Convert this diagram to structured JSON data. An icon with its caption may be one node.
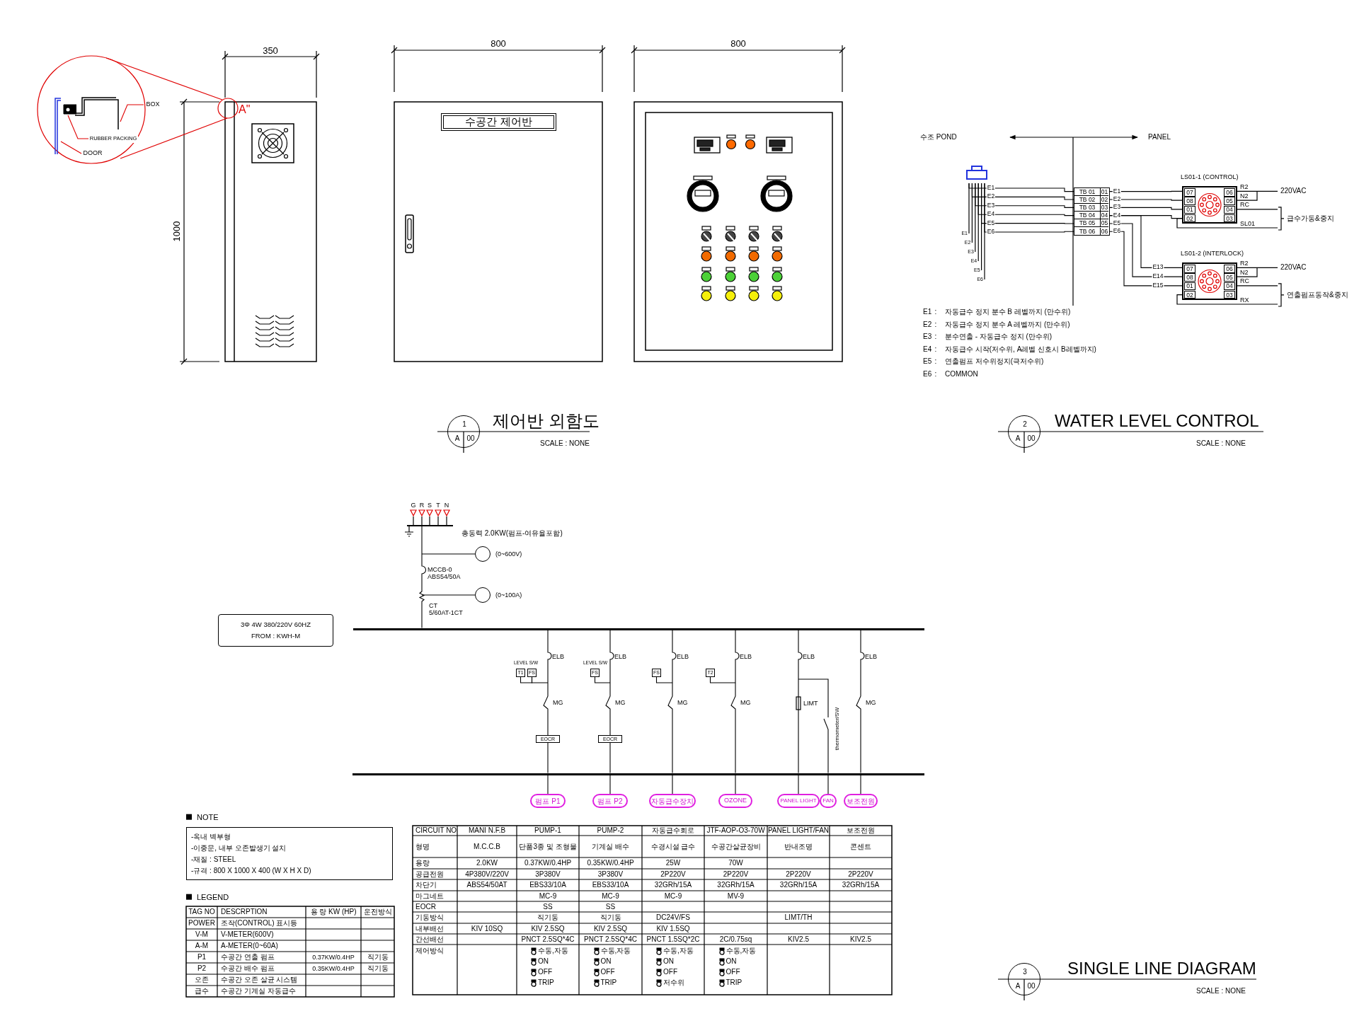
{
  "diagram": {
    "nodes": [
      {
        "text": [],
        "shape": "picture"
      },
      {
        "text": [],
        "shape": "picture"
      },
      {
        "text": [],
        "shape": "picture"
      },
      {
        "text": [
          "BOX"
        ]
      },
      {
        "text": [
          "RUBBER PACKING"
        ]
      },
      {
        "text": [
          "DOOR"
        ]
      },
      {
        "text": [
          "수공간 제어반"
        ]
      },
      {
        "text": [
          "1",
          "A",
          "00"
        ],
        "beside": [
          "제어반 외함도",
          "SCALE : NONE"
        ]
      },
      {
        "text": [],
        "shape": "box"
      },
      {
        "text": [
          "TB 01",
          "01",
          "TB 02",
          "02",
          "TB 03",
          "03",
          "TB 04",
          "04",
          "TB 05",
          "05",
          "TB 06",
          "06"
        ]
      },
      {
        "text": [
          "07",
          "08",
          "01",
          "02",
          "06",
          "05",
          "04",
          "03"
        ],
        "beside": [
          "LS01-1 (CONTROL)",
          "R2",
          "N2",
          "RC",
          "SL01"
        ]
      },
      {
        "text": [
          "07",
          "08",
          "01",
          "02",
          "06",
          "05",
          "04",
          "03"
        ],
        "beside": [
          "LS01-2 (INTERLOCK)",
          "R2",
          "N2",
          "RC",
          "RX"
        ]
      },
      {
        "text": [
          "2",
          "A",
          "00"
        ],
        "beside": [
          "WATER LEVEL CONTROL",
          "SCALE : NONE"
        ]
      },
      {
        "text": [
          "3Φ 4W 380/220V 60HZ",
          "FROM : KWH-M"
        ]
      },
      {
        "text": [],
        "shape": "circle",
        "beside": [
          "(0~600V)"
        ]
      },
      {
        "text": [],
        "shape": "circle",
        "beside": [
          "(0~100A)"
        ]
      },
      {
        "text": [
          "T1"
        ]
      },
      {
        "text": [
          "FS"
        ]
      },
      {
        "text": [
          "FS"
        ]
      },
      {
        "text": [
          "FS"
        ]
      },
      {
        "text": [
          "T2"
        ]
      },
      {
        "text": [
          "EOCR"
        ]
      },
      {
        "text": [
          "EOCR"
        ]
      },
      {
        "text": [
          "펌프 P1"
        ]
      },
      {
        "text": [
          "펌프 P2"
        ]
      },
      {
        "text": [
          "자동급수장치"
        ]
      },
      {
        "text": [
          "OZONE"
        ]
      },
      {
        "text": [
          "PANEL LIGHT"
        ]
      },
      {
        "text": [
          "FAN"
        ]
      },
      {
        "text": [
          "보조전원"
        ]
      },
      {
        "text": [
          "3",
          "A",
          "00"
        ],
        "beside": [
          "SINGLE LINE DIAGRAM",
          "SCALE : NONE"
        ]
      },
      {
        "text": [
          "NOTE",
          "-옥내 벽부형",
          "-이중문, 내부 오존발생기 설치",
          "-재질 : STEEL",
          "-규격 : 800 X 1000 X 400 (W X H X D)"
        ]
      },
      {
        "text": [],
        "shape": "bar"
      },
      {
        "text": [],
        "shape": "bar"
      },
      {
        "text": [],
        "shape": "bar"
      }
    ],
    "edges": [
      {
        "from": 3,
        "to": 0,
        "arrow": "none",
        "color": "#e00000"
      },
      {
        "from": 4,
        "to": 1,
        "arrow": "none",
        "color": "#e00000"
      },
      {
        "from": 5,
        "to": 2,
        "arrow": "none",
        "color": "#e00000"
      },
      {
        "from": 8,
        "to": 9,
        "arrow": "none",
        "label": "E1"
      },
      {
        "from": 8,
        "to": 9,
        "arrow": "none",
        "label": "E2"
      },
      {
        "from": 8,
        "to": 9,
        "arrow": "none",
        "label": "E3"
      },
      {
        "from": 8,
        "to": 9,
        "arrow": "none",
        "label": "E4"
      },
      {
        "from": 8,
        "to": 9,
        "arrow": "none",
        "label": "E5"
      },
      {
        "from": 8,
        "to": 9,
        "arrow": "none",
        "label": "E6"
      },
      {
        "from": 9,
        "to": 10,
        "arrow": "none",
        "label": "E1"
      },
      {
        "from": 9,
        "to": 10,
        "arrow": "none",
        "label": "E2"
      },
      {
        "from": 9,
        "to": 10,
        "arrow": "none",
        "label": "E3"
      },
      {
        "from": 9,
        "to": 10,
        "arrow": "none",
        "label": "E4"
      },
      {
        "from": 9,
        "to": 11,
        "arrow": "none",
        "label": "E13"
      },
      {
        "from": 9,
        "to": 11,
        "arrow": "none",
        "label": "E14"
      },
      {
        "from": 9,
        "to": 11,
        "arrow": "none",
        "label": "E15"
      },
      {
        "from": 34,
        "to": 32,
        "arrow": "none"
      },
      {
        "from": null,
        "to": 14,
        "arrow": "none"
      },
      {
        "from": null,
        "to": 15,
        "arrow": "none"
      },
      {
        "from": 32,
        "to": 21,
        "arrow": "none"
      },
      {
        "from": 21,
        "to": 33,
        "arrow": "none"
      },
      {
        "from": 32,
        "to": 22,
        "arrow": "none"
      },
      {
        "from": 22,
        "to": 33,
        "arrow": "none"
      },
      {
        "from": 32,
        "to": 33,
        "arrow": "none"
      },
      {
        "from": 32,
        "to": 33,
        "arrow": "none"
      },
      {
        "from": 32,
        "to": 33,
        "arrow": "none"
      },
      {
        "from": 32,
        "to": 33,
        "arrow": "none"
      },
      {
        "from": null,
        "to": 33,
        "arrow": "none"
      },
      {
        "from": 16,
        "to": 17,
        "arrow": "none"
      },
      {
        "from": 17,
        "to": null,
        "arrow": "none"
      },
      {
        "from": 18,
        "to": null,
        "arrow": "none"
      },
      {
        "from": 19,
        "to": null,
        "arrow": "none"
      },
      {
        "from": 20,
        "to": null,
        "arrow": "none"
      },
      {
        "from": 33,
        "to": 23,
        "arrow": "none"
      },
      {
        "from": 33,
        "to": 24,
        "arrow": "none"
      },
      {
        "from": 33,
        "to": 25,
        "arrow": "none"
      },
      {
        "from": 33,
        "to": 26,
        "arrow": "none"
      },
      {
        "from": 33,
        "to": 27,
        "arrow": "none"
      },
      {
        "from": 33,
        "to": 28,
        "arrow": "none"
      },
      {
        "from": 33,
        "to": 29,
        "arrow": "none"
      }
    ],
    "labels": [
      "350",
      "1000",
      "A\"",
      "800",
      "800",
      "수조 POND",
      "PANEL",
      "E1",
      "E2",
      "E3",
      "E4",
      "E5",
      "E6",
      "E5",
      "E6",
      "220VAC",
      "급수가동&중지",
      "220VAC",
      "연출펌프동작&중지",
      "E1",
      ":",
      "자동급수 정지 분수 B 레벨까지 (만수위)",
      "E2",
      ":",
      "자동급수 정지 분수 A 레벨까지 (만수위)",
      "E3",
      ":",
      "분수연출 - 자동급수 정지 (만수위)",
      "E4",
      ":",
      "자동급수 시작(저수위, A레벨 신호시 B레벨까지)",
      "E5",
      ":",
      "연출펌프 저수위정지(극저수위)",
      "E6",
      ":",
      "COMMON",
      "G",
      "R",
      "S",
      "T",
      "N",
      "총동력 2.0KW(펌프-여유율포함)",
      "MCCB-0",
      "ABS54/50A",
      "CT",
      "5/60AT-1CT",
      "LEVEL S/W",
      "LEVEL S/W",
      "ELB",
      "ELB",
      "ELB",
      "ELB",
      "ELB",
      "ELB",
      "MG",
      "MG",
      "MG",
      "MG",
      "LIMT",
      "MG",
      "thermometer/SW",
      "LEGEND",
      "TAG NO",
      "DESCRPTION",
      "용 량 KW (HP)",
      "운전방식",
      "POWER",
      "조작(CONTROL) 표시등",
      "V-M",
      "V-METER(600V)",
      "A-M",
      "A-METER(0~60A)",
      "P1",
      "수공간 연출 펌프",
      "0.37KW/0.4HP",
      "직기동",
      "P2",
      "수공간 배수 펌프",
      "0.35KW/0.4HP",
      "직기동",
      "오존",
      "수공간 오존 살균 시스템",
      "급수",
      "수공간 기계실 자동급수",
      "CIRCUIT NO",
      "MANI N.F.B",
      "PUMP-1",
      "PUMP-2",
      "자동급수회로",
      "JTF-AOP-O3-70W",
      "PANEL LIGHT/FAN",
      "보조전원",
      "형명",
      "M.C.C.B",
      "단품3종 및 조형물",
      "기계실 배수",
      "수경시설 급수",
      "수공간살균장비",
      "반내조명",
      "콘센트",
      "용량",
      "2.0KW",
      "0.37KW/0.4HP",
      "0.35KW/0.4HP",
      "25W",
      "70W",
      "공급전원",
      "4P380V/220V",
      "3P380V",
      "3P380V",
      "2P220V",
      "2P220V",
      "2P220V",
      "2P220V",
      "차단기",
      "ABS54/50AT",
      "EBS33/10A",
      "EBS33/10A",
      "32GRh/15A",
      "32GRh/15A",
      "32GRh/15A",
      "32GRh/15A",
      "마그네트",
      "MC-9",
      "MC-9",
      "MC-9",
      "MV-9",
      "EOCR",
      "SS",
      "SS",
      "기동방식",
      "직기동",
      "직기동",
      "DC24V/FS",
      "LIMT/TH",
      "내부배선",
      "KIV 10SQ",
      "KIV 2.5SQ",
      "KIV 2.5SQ",
      "KIV 1.5SQ",
      "간선배선",
      "PNCT 2.5SQ*4C",
      "PNCT 2.5SQ*4C",
      "PNCT 1.5SQ*2C",
      "2C/0.75sq",
      "KIV2.5",
      "KIV2.5",
      "제어방식",
      "수동,자동",
      "ON",
      "OFF",
      "TRIP",
      "수동,자동",
      "ON",
      "OFF",
      "TRIP",
      "수동,자동",
      "ON",
      "OFF",
      "저수위",
      "수동,자동",
      "ON",
      "OFF",
      "TRIP"
    ]
  }
}
